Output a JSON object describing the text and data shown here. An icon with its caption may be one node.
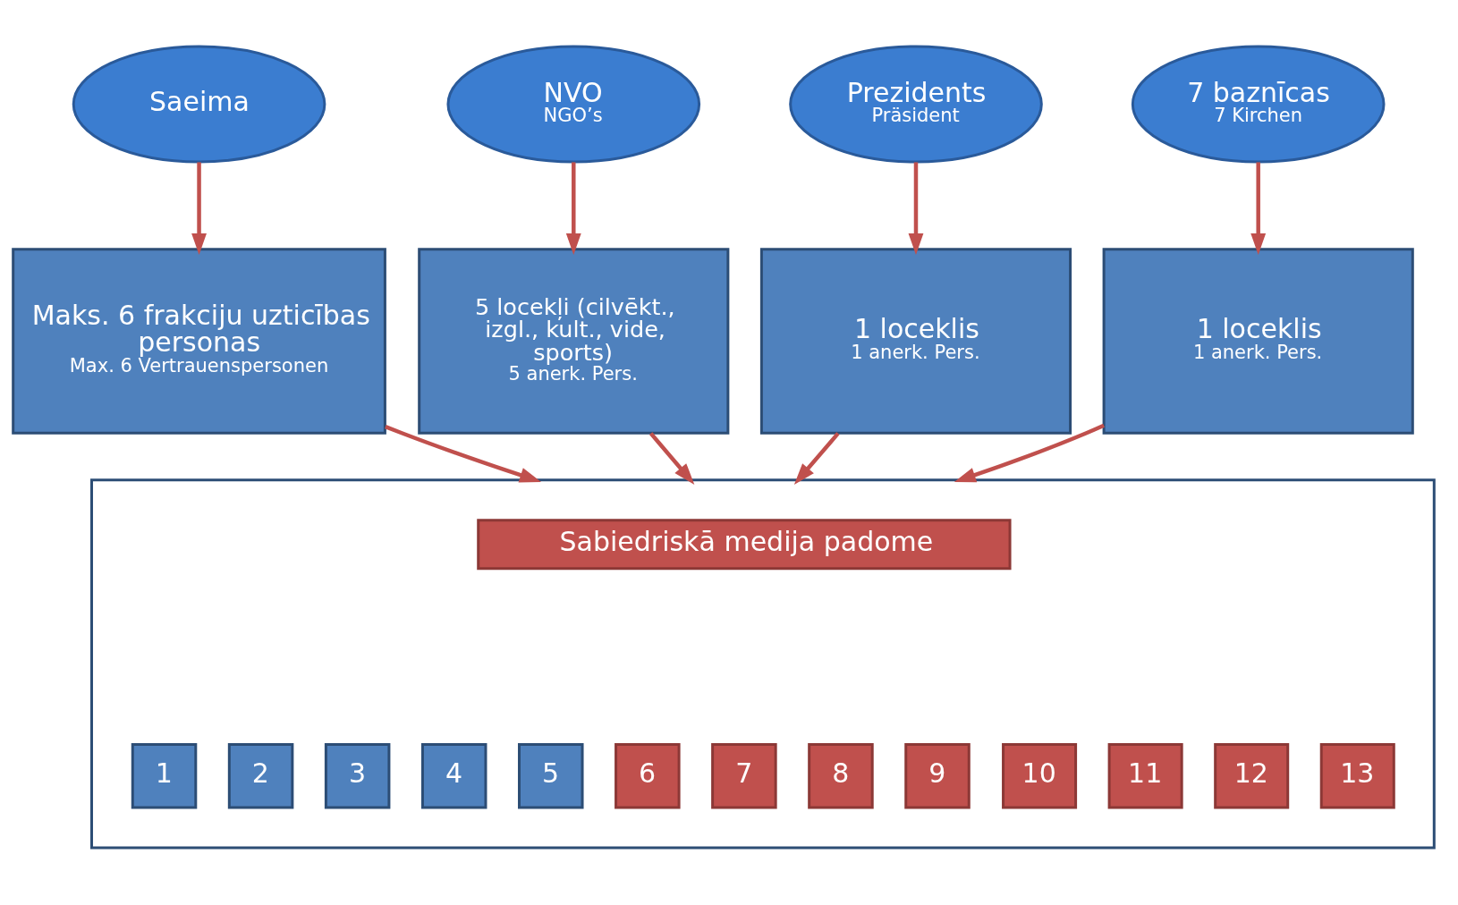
{
  "diagram": {
    "nodes": [
      {
        "text": [
          "Saeima"
        ]
      },
      {
        "text": [
          "NVO",
          "NGO’s"
        ]
      },
      {
        "text": [
          "Prezidents",
          "Präsident"
        ]
      },
      {
        "text": [
          "7 baznīcas",
          "7 Kirchen"
        ]
      },
      {
        "text": [
          "Maks. 6 frakciju uzticības personas",
          "Max. 6 Vertrauenspersonen"
        ]
      },
      {
        "text": [
          "5 locekļi (cilvēkt., izgl., kult., vide, sports)",
          "5 anerk. Pers."
        ]
      },
      {
        "text": [
          "1 loceklis",
          "1 anerk. Pers."
        ]
      },
      {
        "text": [
          "1 loceklis",
          "1 anerk. Pers."
        ]
      },
      {
        "text": [],
        "shape": "box"
      },
      {
        "text": [
          "Sabiedriskā medija padome"
        ],
        "in": 8
      },
      {
        "text": [
          "1"
        ],
        "in": 8
      },
      {
        "text": [
          "2"
        ],
        "in": 8
      },
      {
        "text": [
          "3"
        ],
        "in": 8
      },
      {
        "text": [
          "4"
        ],
        "in": 8
      },
      {
        "text": [
          "5"
        ],
        "in": 8
      },
      {
        "text": [
          "6"
        ],
        "in": 8
      },
      {
        "text": [
          "7"
        ],
        "in": 8
      },
      {
        "text": [
          "8"
        ],
        "in": 8
      },
      {
        "text": [
          "9"
        ],
        "in": 8
      },
      {
        "text": [
          "10"
        ],
        "in": 8
      },
      {
        "text": [
          "11"
        ],
        "in": 8
      },
      {
        "text": [
          "12"
        ],
        "in": 8
      },
      {
        "text": [
          "13"
        ],
        "in": 8
      }
    ],
    "edges": [
      {
        "from": 0,
        "to": 4,
        "arrow": "to"
      },
      {
        "from": 1,
        "to": 5,
        "arrow": "to"
      },
      {
        "from": 2,
        "to": 6,
        "arrow": "to"
      },
      {
        "from": 3,
        "to": 7,
        "arrow": "to"
      },
      {
        "from": 4,
        "to": 8,
        "arrow": "to"
      },
      {
        "from": 5,
        "to": 8,
        "arrow": "to"
      },
      {
        "from": 6,
        "to": 8,
        "arrow": "to"
      },
      {
        "from": 7,
        "to": 8,
        "arrow": "to"
      }
    ]
  }
}
